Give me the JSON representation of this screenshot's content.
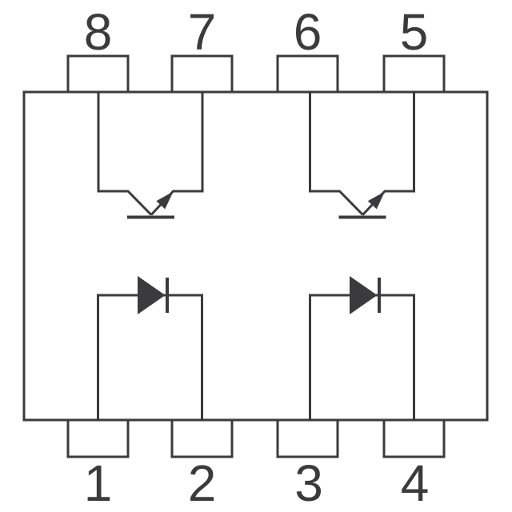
{
  "schematic": {
    "colors": {
      "line": "#3b3b3d",
      "background": "#ffffff"
    },
    "pins": {
      "top": [
        "8",
        "7",
        "6",
        "5"
      ],
      "bottom": [
        "1",
        "2",
        "3",
        "4"
      ]
    },
    "symbols": {
      "channel1": {
        "detector": "phototransistor (collector pin 8, emitter pin 7)",
        "emitter_input": "led-diode (anode pin 1, cathode pin 2)"
      },
      "channel2": {
        "detector": "phototransistor (collector pin 6, emitter pin 5)",
        "emitter_input": "led-diode (anode pin 3, cathode pin 4)"
      }
    }
  }
}
